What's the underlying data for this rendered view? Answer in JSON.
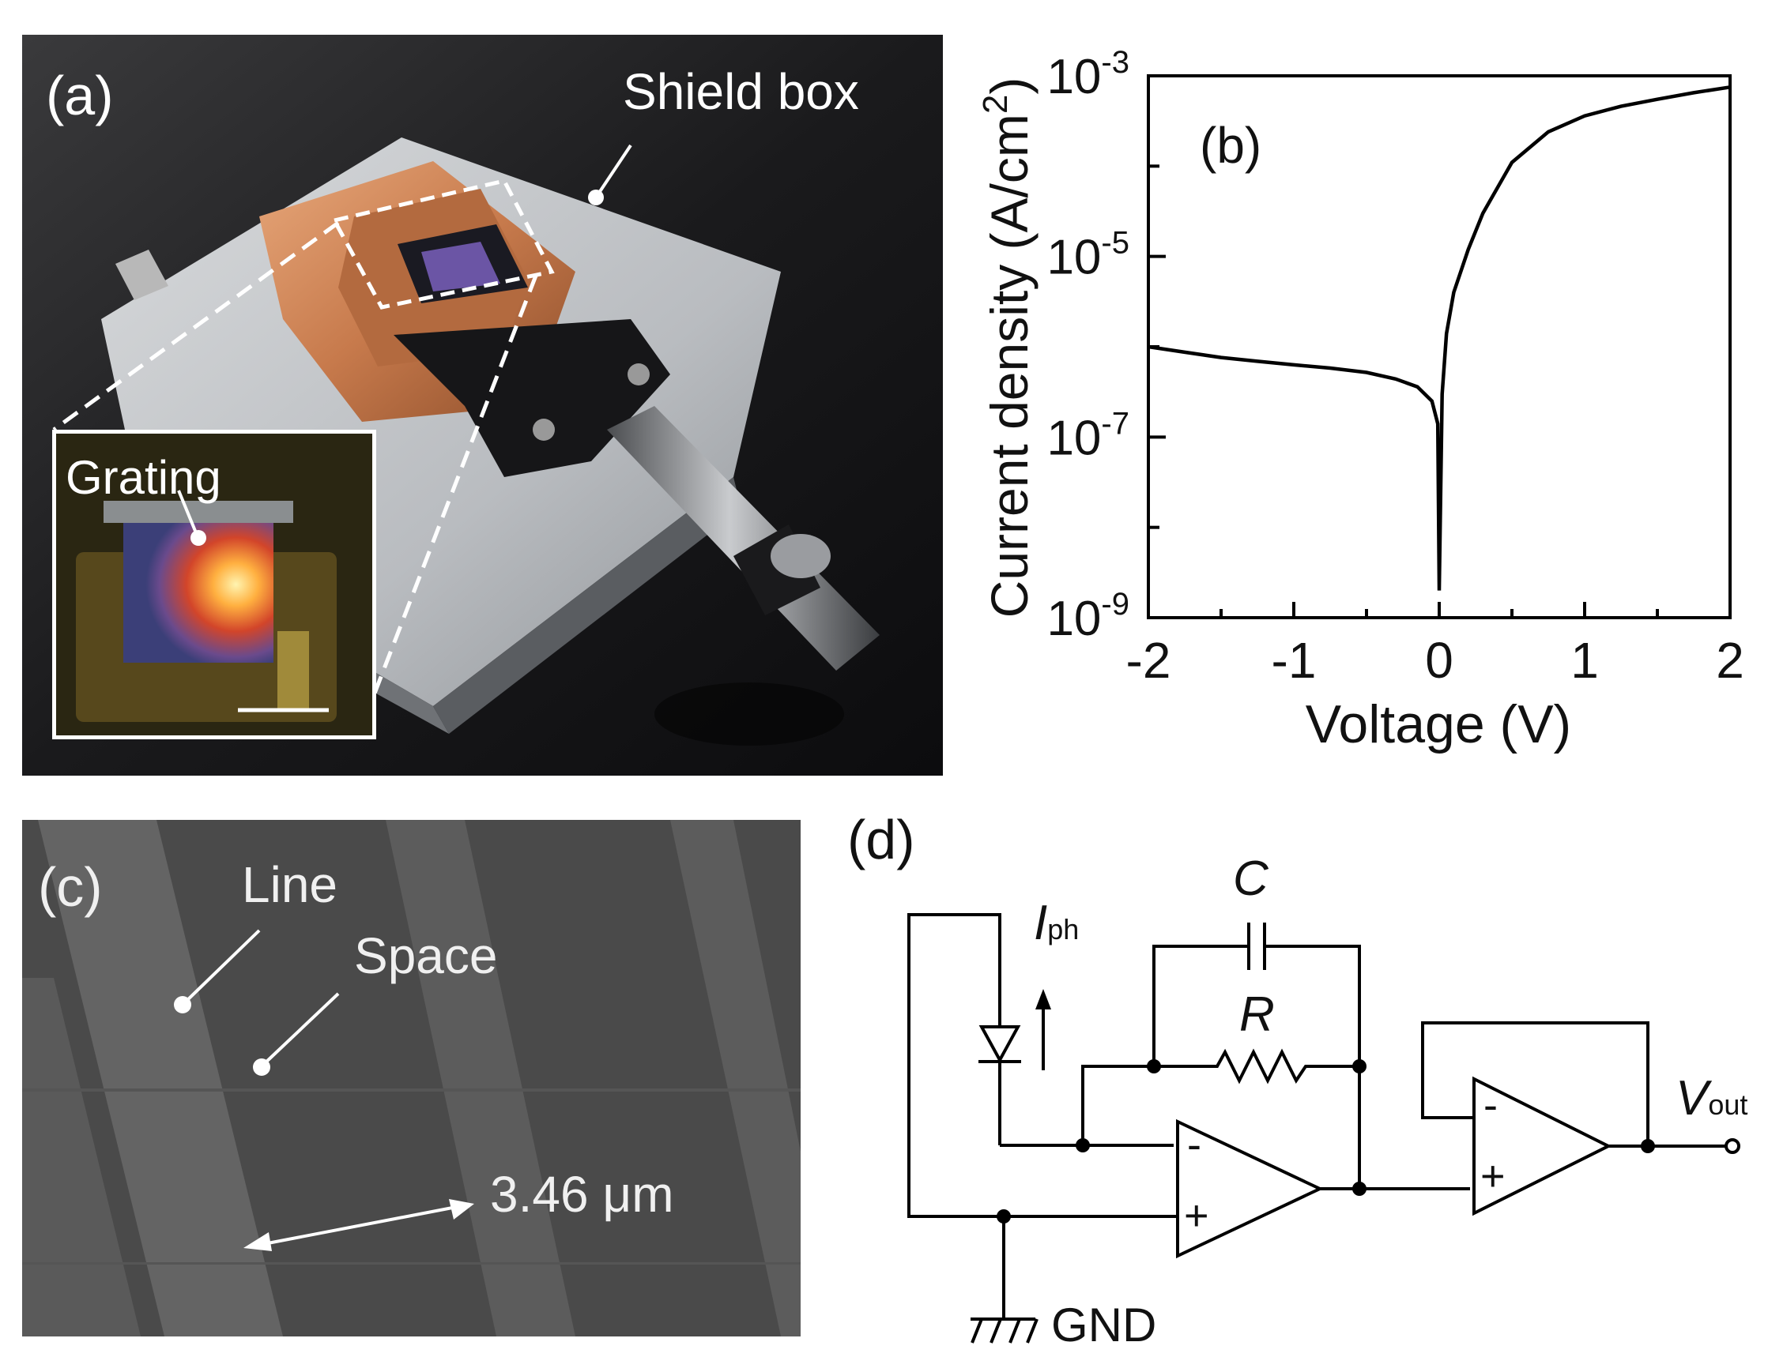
{
  "figure": {
    "panel_a": {
      "label": "(a)",
      "callouts": {
        "shield_box": "Shield box",
        "grating": "Grating"
      }
    },
    "panel_b": {
      "label": "(b)"
    },
    "panel_c": {
      "label": "(c)",
      "callouts": {
        "line": "Line",
        "space": "Space",
        "period": "3.46 μm"
      }
    },
    "panel_d": {
      "label": "(d)",
      "components": {
        "capacitor": "C",
        "resistor": "R",
        "photocurrent_main": "I",
        "photocurrent_sub": "ph",
        "output_main": "V",
        "output_sub": "out",
        "ground": "GND",
        "minus": "-",
        "plus": "+"
      }
    }
  },
  "chart_data": {
    "type": "line",
    "title": "",
    "xlabel": "Voltage (V)",
    "ylabel": "Current density (A/cm²)",
    "ylabel_parts": {
      "main": "Current density (A/cm",
      "sup": "2",
      "end": ")"
    },
    "xlim": [
      -2,
      2
    ],
    "ylim": [
      1e-09,
      0.001
    ],
    "yscale": "log",
    "grid": false,
    "legend": "none",
    "x_ticks": [
      {
        "value": -2,
        "label": "-2"
      },
      {
        "value": -1,
        "label": "-1"
      },
      {
        "value": 0,
        "label": "0"
      },
      {
        "value": 1,
        "label": "1"
      },
      {
        "value": 2,
        "label": "2"
      }
    ],
    "y_ticks": [
      {
        "value": 1e-09,
        "base": "10",
        "exp": "-9"
      },
      {
        "value": 1e-07,
        "base": "10",
        "exp": "-7"
      },
      {
        "value": 1e-05,
        "base": "10",
        "exp": "-5"
      },
      {
        "value": 0.001,
        "base": "10",
        "exp": "-3"
      }
    ],
    "series": [
      {
        "color": "#000000",
        "x": [
          -2.0,
          -1.75,
          -1.5,
          -1.25,
          -1.0,
          -0.75,
          -0.5,
          -0.3,
          -0.15,
          -0.05,
          -0.01,
          0.0,
          0.02,
          0.05,
          0.1,
          0.2,
          0.3,
          0.5,
          0.75,
          1.0,
          1.25,
          1.5,
          1.75,
          2.0
        ],
        "y": [
          1e-06,
          8.7e-07,
          7.6e-07,
          6.9e-07,
          6.3e-07,
          5.8e-07,
          5.2e-07,
          4.4e-07,
          3.6e-07,
          2.5e-07,
          1.4e-07,
          2e-09,
          3e-07,
          1.4e-06,
          4e-06,
          1.2e-05,
          3e-05,
          0.00011,
          0.00024,
          0.00036,
          0.00046,
          0.00055,
          0.00065,
          0.00075
        ]
      }
    ]
  }
}
